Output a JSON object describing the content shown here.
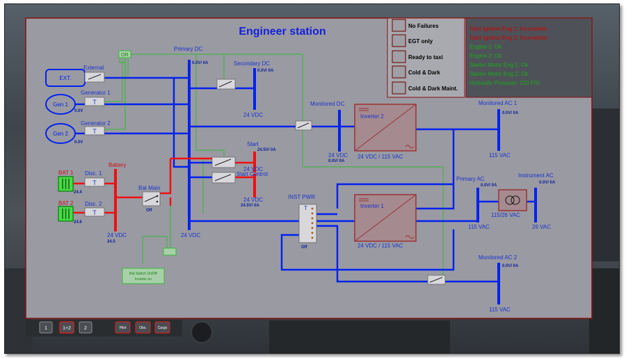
{
  "title": "Engineer station",
  "presets": [
    {
      "label": "No Failures"
    },
    {
      "label": "EGT only"
    },
    {
      "label": "Ready to taxi"
    },
    {
      "label": "Cold & Dark"
    },
    {
      "label": "Cold & Dark Maint."
    }
  ],
  "messages": {
    "red": [
      "Start Ignition Eng 1: Incomplete",
      "Start Ignition Eng 2: Incomplete"
    ],
    "green": [
      "Engine 1: Ok",
      "Engine 2: Ok",
      "Starter Motor Eng 1: Ok",
      "Starter Motor Eng 2: Ok",
      "Hydraulic Pressure: 220 PSI"
    ]
  },
  "labels": {
    "ext": "EXT.",
    "external": "External",
    "generator1": "Generator 1",
    "generator2": "Generator 2",
    "gen1": "Gen 1",
    "gen2": "Gen 2",
    "gen_volt": "0.0V",
    "or": "OR",
    "primary_dc": "Primary DC",
    "primary_dc_val": "0.0V/ 0A",
    "secondary_dc": "Secondary DC",
    "secondary_dc_val": "0.0V/ 0A",
    "secondary_dc_volt": "24 VDC",
    "monitored_dc": "Monitored DC",
    "monitored_dc_volt": "24 VDC",
    "monitored_dc_val": "0.0V/ 0A",
    "inverter2": "Inverter 2",
    "inverter2_spec": "24 VDC / 115 VAC",
    "monitored_ac1": "Monitored AC 1",
    "monitored_ac1_val": "0.0V/ 0A",
    "monitored_ac1_volt": "115 VAC",
    "start": "Start",
    "start_val": "24.5V/ 0A",
    "start_volt": "24 VDC",
    "start_control": "Start Control",
    "start_control_volt": "24 VDC",
    "start_control_val": "24.5V/ 0A",
    "battery": "Battery",
    "battery_volt": "24 VDC",
    "battery_val": "24.5",
    "bat1": "BAT 1",
    "bat1_val": "24.4",
    "bat2": "BAT 2",
    "bat2_val": "24.6",
    "disc1": "Disc. 1",
    "disc2": "Disc. 2",
    "bat_main": "Bat Main",
    "bat_main_state": "Off",
    "primary_dc_volt": "24 VDC",
    "inst_pwr": "INST PWR",
    "inst_pwr_state": "Off",
    "inverter1": "Inverter 1",
    "inverter1_spec": "24 VDC / 115 VAC",
    "primary_ac": "Primary AC",
    "primary_ac_val": "0.0V/ 0A",
    "primary_ac_volt": "115 VAC",
    "transformer_spec": "115/26 VAC",
    "instrument_ac": "Instrument AC",
    "instrument_ac_val": "0.0V/ 0A",
    "instrument_ac_volt": "26 VAC",
    "monitored_ac2": "Monitored AC 2",
    "monitored_ac2_val": "0.0V/ 0A",
    "monitored_ac2_volt": "115 VAC",
    "switch_t": "T",
    "green_box_line1": "Bat Switch On/Off",
    "green_box_line2": "Inverter on"
  },
  "toolbar": {
    "view_buttons": [
      "1",
      "1+2",
      "2"
    ],
    "seat_buttons": [
      "Pilot",
      "Obs.",
      "Cargo"
    ]
  },
  "colors": {
    "panel_bg": "#9a9aa3",
    "blue_bus": "#0022ee",
    "red_bus": "#ee1111",
    "green_wire": "#33bb33",
    "inverter_border": "#993333",
    "inverter_fill": "#a58a90"
  }
}
